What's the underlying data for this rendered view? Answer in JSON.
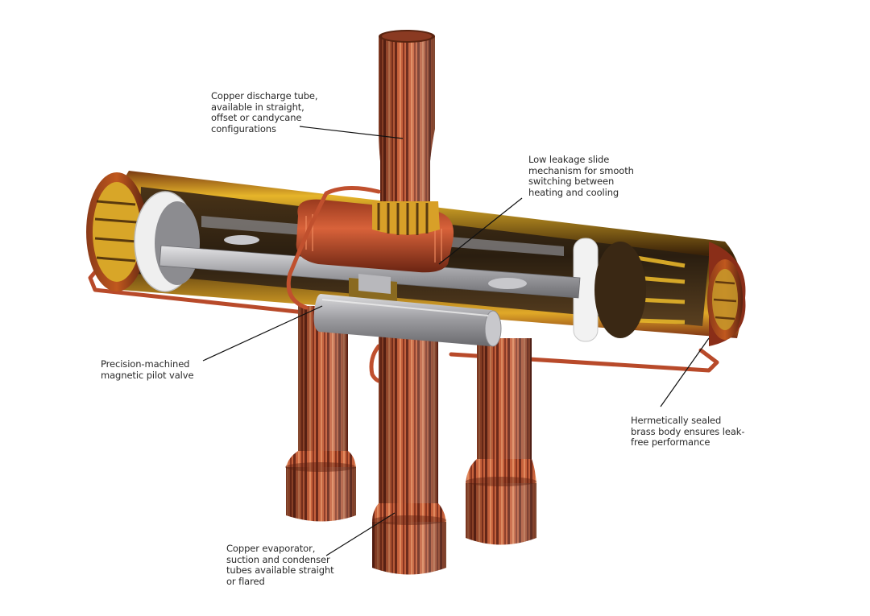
{
  "diagram": {
    "subject": "Four-way reversing valve (cutaway)",
    "colors": {
      "background": "#ffffff",
      "copper_light": "#d9734a",
      "copper_dark": "#6e2a1a",
      "brass": "#e6b52a",
      "brass_dark": "#5a3a10",
      "steel": "#a9a9ad",
      "steel_light": "#d8d8dc",
      "white_piston": "#efefef",
      "label_text": "#2a2a2a",
      "leader_line": "#111111"
    },
    "callouts": [
      {
        "id": "discharge-tube",
        "text": "Copper discharge tube,\navailable in straight,\noffset or candycane\nconfigurations",
        "lines": [
          "Copper discharge tube,",
          "available in straight,",
          "offset or candycane",
          "configurations"
        ]
      },
      {
        "id": "slide-mechanism",
        "text": "Low leakage slide\nmechanism for smooth\nswitching between\nheating and cooling",
        "lines": [
          "Low leakage slide",
          "mechanism for smooth",
          "switching between",
          "heating and cooling"
        ]
      },
      {
        "id": "pilot-valve",
        "text": "Precision-machined\nmagnetic pilot valve",
        "lines": [
          "Precision-machined",
          "magnetic pilot valve"
        ]
      },
      {
        "id": "brass-body",
        "text": "Hermetically sealed\nbrass body ensures leak-\nfree performance",
        "lines": [
          "Hermetically sealed",
          "brass body ensures leak-",
          "free performance"
        ]
      },
      {
        "id": "evaporator-tubes",
        "text": "Copper evaporator,\nsuction and condenser\ntubes available straight\nor flared",
        "lines": [
          "Copper evaporator,",
          "suction and condenser",
          "tubes available straight",
          "or flared"
        ]
      }
    ]
  }
}
